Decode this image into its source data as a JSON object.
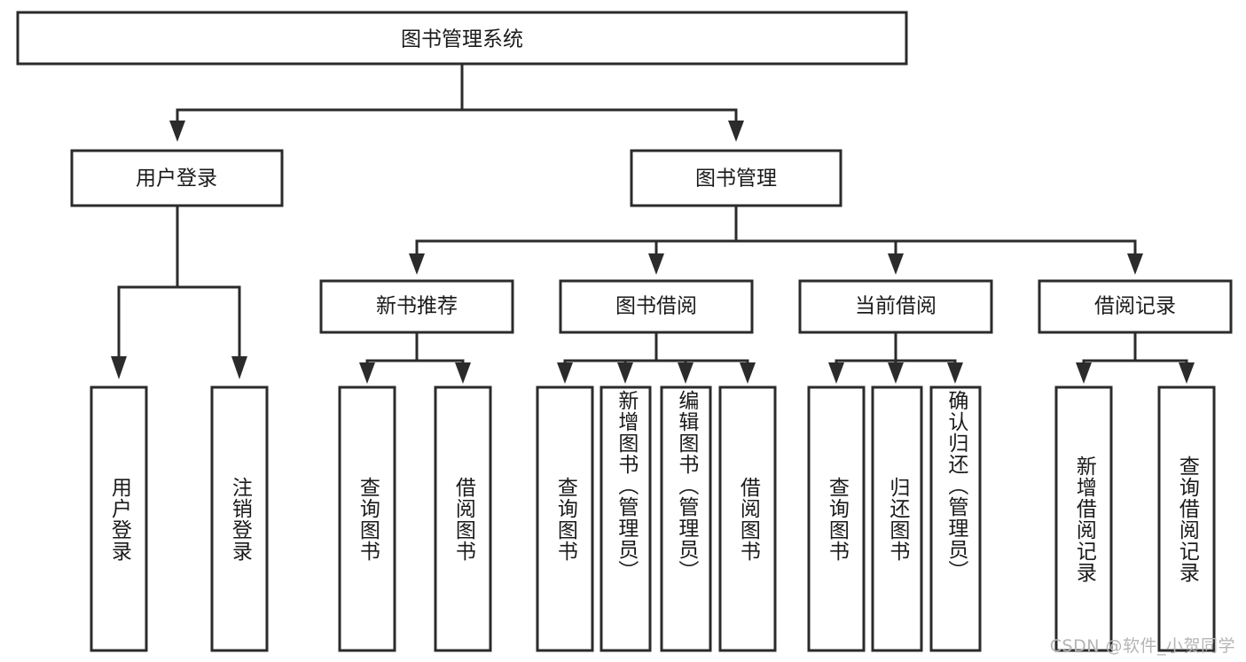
{
  "diagram": {
    "type": "tree",
    "title": "图书管理系统",
    "watermark": "CSDN @软件_小贺同学",
    "colors": {
      "box_stroke": "#2b2b2b",
      "box_fill": "#ffffff",
      "text": "#1a1a1a",
      "background": "#ffffff",
      "watermark": "#b5b5b5"
    },
    "nodes": {
      "root": {
        "label": "图书管理系统"
      },
      "level2": [
        {
          "id": "user-login",
          "label": "用户登录"
        },
        {
          "id": "book-management",
          "label": "图书管理"
        }
      ],
      "level3": [
        {
          "id": "new-book-recommend",
          "label": "新书推荐"
        },
        {
          "id": "book-borrow",
          "label": "图书借阅"
        },
        {
          "id": "current-borrow",
          "label": "当前借阅"
        },
        {
          "id": "borrow-record",
          "label": "借阅记录"
        }
      ],
      "leaves": [
        {
          "id": "leaf-user-login",
          "label": "用户登录",
          "parent": "user-login"
        },
        {
          "id": "leaf-logout-login",
          "label": "注销登录",
          "parent": "user-login"
        },
        {
          "id": "leaf-query-book-1",
          "label": "查询图书",
          "parent": "new-book-recommend"
        },
        {
          "id": "leaf-borrow-book-1",
          "label": "借阅图书",
          "parent": "new-book-recommend"
        },
        {
          "id": "leaf-query-book-2",
          "label": "查询图书",
          "parent": "book-borrow"
        },
        {
          "id": "leaf-add-book",
          "label": "新增图书（管理员）",
          "parent": "book-borrow"
        },
        {
          "id": "leaf-edit-book",
          "label": "编辑图书（管理员）",
          "parent": "book-borrow"
        },
        {
          "id": "leaf-borrow-book-2",
          "label": "借阅图书",
          "parent": "book-borrow"
        },
        {
          "id": "leaf-query-book-3",
          "label": "查询图书",
          "parent": "current-borrow"
        },
        {
          "id": "leaf-return-book",
          "label": "归还图书",
          "parent": "current-borrow"
        },
        {
          "id": "leaf-confirm-return",
          "label": "确认归还（管理员）",
          "parent": "current-borrow"
        },
        {
          "id": "leaf-add-record",
          "label": "新增借阅记录",
          "parent": "borrow-record"
        },
        {
          "id": "leaf-query-record",
          "label": "查询借阅记录",
          "parent": "borrow-record"
        }
      ]
    }
  }
}
